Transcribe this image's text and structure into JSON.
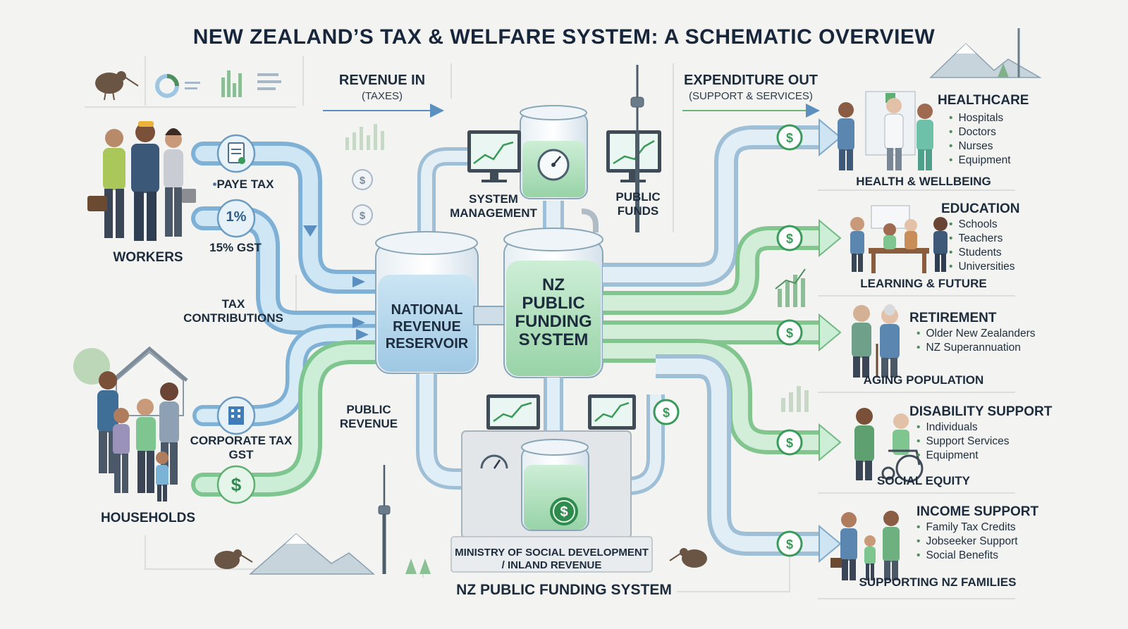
{
  "title": "NEW ZEALAND’S TAX & WELFARE SYSTEM: A SCHEMATIC OVERVIEW",
  "revenue_in": {
    "heading": "REVENUE IN",
    "sub": "(TAXES)"
  },
  "expenditure_out": {
    "heading": "EXPENDITURE OUT",
    "sub": "(SUPPORT & SERVICES)"
  },
  "sources": {
    "workers": "WORKERS",
    "households": "HOUSEHOLDS",
    "paye": "PAYE TAX",
    "gst_badge": "1%",
    "gst": "15% GST",
    "tax_contributions": "TAX\nCONTRIBUTIONS",
    "corporate": "CORPORATE TAX\nGST",
    "public_revenue": "PUBLIC\nREVENUE"
  },
  "center": {
    "system_management": "SYSTEM\nMANAGEMENT",
    "public_funds": "PUBLIC\nFUNDS",
    "reservoir": "NATIONAL\nREVENUE\nRESERVOIR",
    "funding_tank": "NZ\nPUBLIC\nFUNDING\nSYSTEM",
    "ministry": "MINISTRY OF SOCIAL DEVELOPMENT\n/ INLAND REVENUE",
    "footer": "NZ PUBLIC FUNDING SYSTEM"
  },
  "cards": [
    {
      "title": "HEALTHCARE",
      "items": [
        "Hospitals",
        "Doctors",
        "Nurses",
        "Equipment"
      ],
      "footer": "HEALTH & WELLBEING"
    },
    {
      "title": "EDUCATION",
      "items": [
        "Schools",
        "Teachers",
        "Students",
        "Universities"
      ],
      "footer": "LEARNING & FUTURE"
    },
    {
      "title": "RETIREMENT",
      "items": [
        "Older New Zealanders",
        "NZ Superannuation"
      ],
      "footer": "AGING POPULATION"
    },
    {
      "title": "DISABILITY SUPPORT",
      "items": [
        "Individuals",
        "Support Services",
        "Equipment"
      ],
      "footer": "SOCIAL EQUITY"
    },
    {
      "title": "INCOME SUPPORT",
      "items": [
        "Family Tax Credits",
        "Jobseeker Support",
        "Social Benefits"
      ],
      "footer": "SUPPORTING NZ FAMILIES"
    }
  ],
  "colors": {
    "blue_pipe": "#9ec6e2",
    "green_pipe": "#8fcf9b",
    "tank_water": "#bfe0ef",
    "tank_green": "#b8e3c4",
    "text": "#1d2c3d",
    "accent_green": "#4f8f5e"
  },
  "icons": [
    "kiwi-icon",
    "document-icon",
    "building-icon",
    "dollar-icon",
    "monitor-icon",
    "gauge-icon",
    "sky-tower-icon",
    "mountain-icon"
  ]
}
